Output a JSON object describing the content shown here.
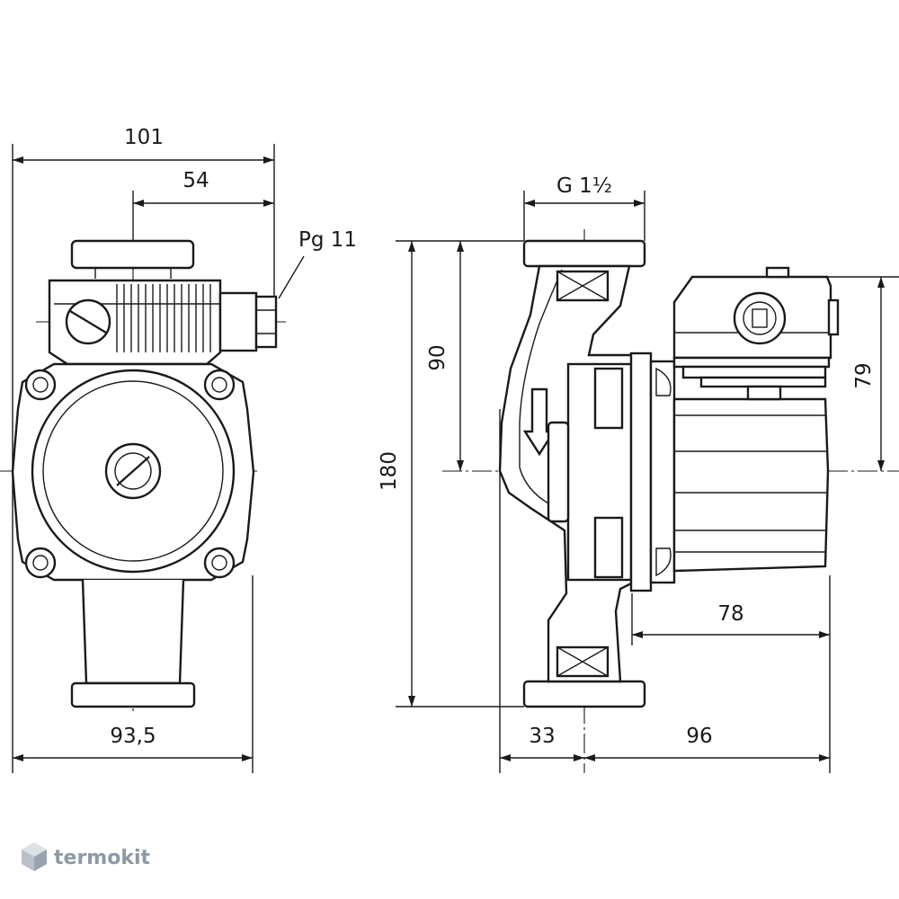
{
  "dimensions": {
    "front_total_width": "101",
    "front_to_cable_gland": "54",
    "cable_gland": "Pg 11",
    "front_bottom_width": "93,5",
    "connection_thread": "G 1½",
    "total_height": "180",
    "flange_to_axis": "90",
    "box_height": "79",
    "motor_length": "78",
    "left_offset": "33",
    "right_length": "96"
  },
  "watermark": {
    "brand": "termokit"
  },
  "colors": {
    "line": "#1a1a1a",
    "logo": "#8f98a6"
  }
}
